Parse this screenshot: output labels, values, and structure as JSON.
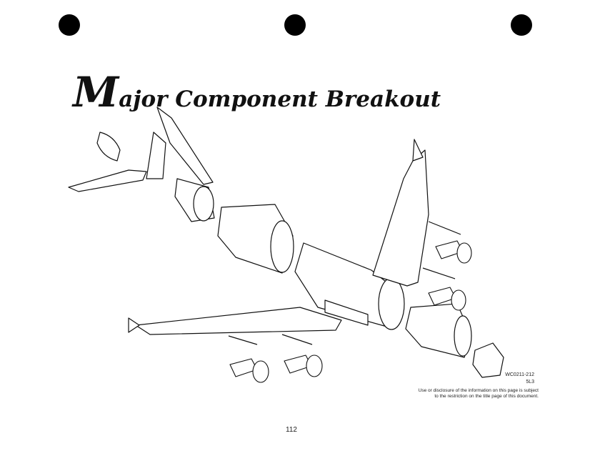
{
  "title": {
    "initial": "M",
    "rest": "ajor Component Breakout"
  },
  "figure_ref": "WC0211-212",
  "figure_code": "5L3",
  "notice": {
    "line1": "Use or disclosure of the information on this page is subject",
    "line2": "to the restriction on the title page of this document."
  },
  "page_number": "112"
}
